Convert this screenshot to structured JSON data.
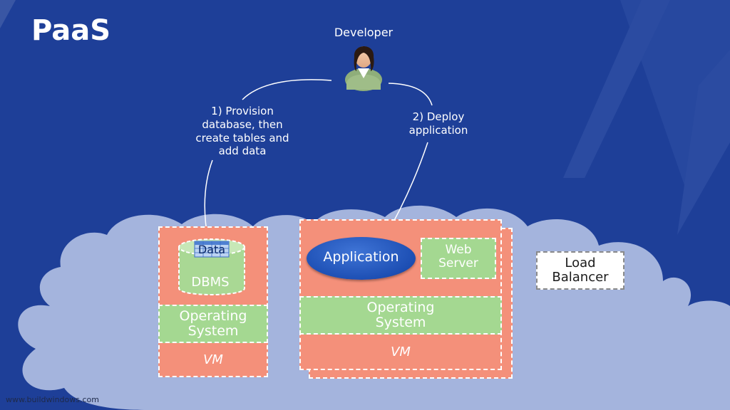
{
  "slide": {
    "title": "PaaS",
    "developer_label": "Developer",
    "step1": [
      "1) Provision",
      "database, then",
      "create tables and",
      "add data"
    ],
    "step2": [
      "2) Deploy",
      "application"
    ],
    "footer_url": "www.buildwindows.com"
  },
  "database_stack": {
    "data_label": "Data",
    "dbms_label": "DBMS",
    "os_label": [
      "Operating",
      "System"
    ],
    "vm_label": "VM"
  },
  "app_stack": {
    "application_label": "Application",
    "web_server_label": [
      "Web",
      "Server"
    ],
    "os_label": [
      "Operating",
      "System"
    ],
    "vm_label": "VM"
  },
  "load_balancer_label": [
    "Load",
    "Balancer"
  ],
  "icons": {
    "developer": "developer-person-icon",
    "database": "database-cylinder-icon",
    "cloud": "cloud-shape"
  },
  "colors": {
    "background": "#1e3f98",
    "cloud": "#a4b4dd",
    "vm": "#f4907a",
    "os": "#a4d891",
    "application": "#1d4fb4"
  }
}
